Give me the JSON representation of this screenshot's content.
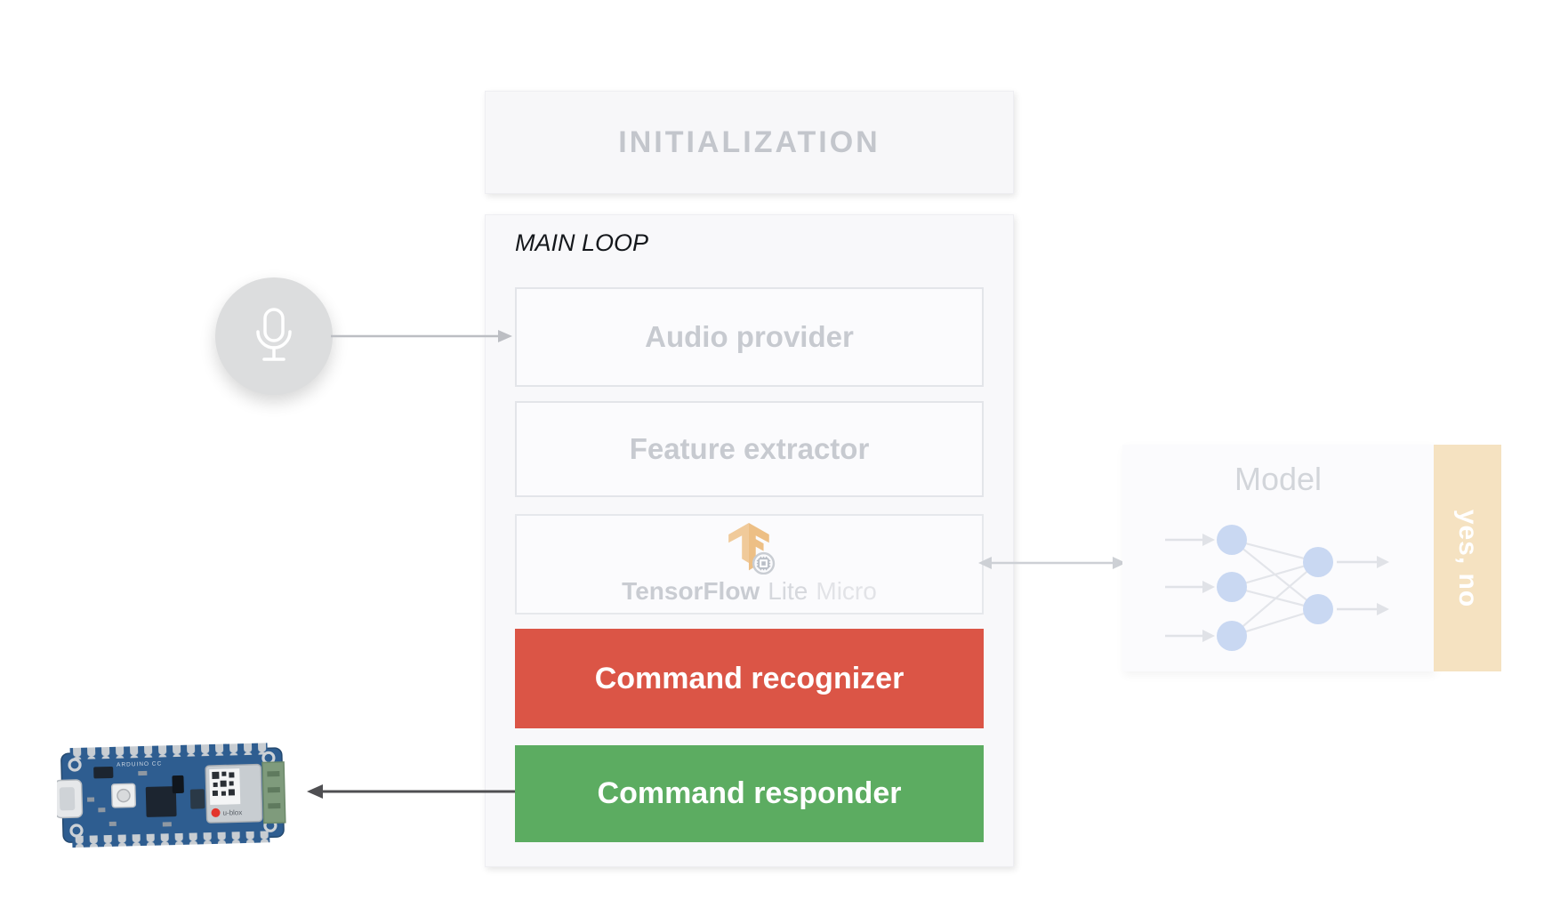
{
  "diagram": {
    "initialization": {
      "label": "INITIALIZATION"
    },
    "main_loop": {
      "label": "MAIN LOOP",
      "stages": [
        {
          "id": "audio-provider",
          "label": "Audio provider",
          "state": "inactive"
        },
        {
          "id": "feature-extractor",
          "label": "Feature extractor",
          "state": "inactive"
        },
        {
          "id": "tensorflow-lite-micro",
          "brand": "TensorFlow",
          "variant": "Lite",
          "edition": "Micro",
          "state": "inactive"
        },
        {
          "id": "command-recognizer",
          "label": "Command recognizer",
          "state": "active"
        },
        {
          "id": "command-responder",
          "label": "Command responder",
          "state": "active"
        }
      ]
    },
    "model": {
      "title": "Model",
      "output_classes": "yes, no",
      "network": {
        "input_nodes": 3,
        "output_nodes": 2
      }
    },
    "hardware": {
      "board_text": "ARDUINO CC",
      "module_text": "u-blox"
    },
    "connections": [
      "microphone -> audio-provider",
      "tensorflow-lite-micro <-> model",
      "command-responder -> arduino-board"
    ],
    "icons": [
      "microphone-icon",
      "tensorflow-logo-icon",
      "chip-icon",
      "neural-network-graphic",
      "arduino-board-image"
    ],
    "colors": {
      "recognizer_red": "#DB5546",
      "responder_green": "#5CAC61",
      "accent_tan": "#F5E2C1",
      "node_blue": "#C9D8F2",
      "tf_orange": "#EFC795",
      "arrow_gray": "#bcbec3",
      "arrow_light": "#cdd0d5",
      "arrow_dark": "#4f4f52"
    }
  }
}
